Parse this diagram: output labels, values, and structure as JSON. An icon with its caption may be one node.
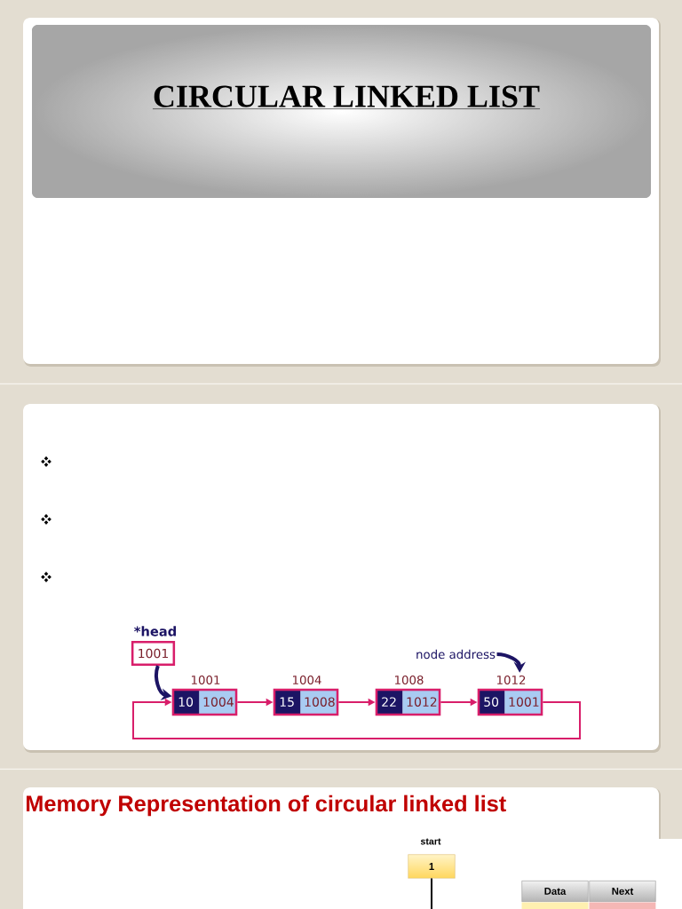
{
  "diagram": {
    "title": "CIRCULAR LINKED LIST",
    "nodes": [
      {
        "text": [
          "1001"
        ],
        "beside": [
          "*head"
        ]
      },
      {
        "text": [
          "10",
          "1004"
        ],
        "beside": [
          "1001"
        ]
      },
      {
        "text": [
          "15",
          "1008"
        ],
        "beside": [
          "1004"
        ]
      },
      {
        "text": [
          "22",
          "1012"
        ],
        "beside": [
          "1008"
        ]
      },
      {
        "text": [
          "50",
          "1001"
        ],
        "beside": [
          "1012"
        ]
      },
      {
        "text": [
          "node address"
        ]
      },
      {
        "text": [
          "1"
        ],
        "beside": [
          "start"
        ]
      }
    ],
    "edges": [
      {
        "from": 0,
        "to": 1,
        "arrow": "to",
        "style": "thick",
        "color": "#1c1464"
      },
      {
        "from": 1,
        "to": 2,
        "arrow": "to"
      },
      {
        "from": 2,
        "to": 3,
        "arrow": "to"
      },
      {
        "from": 3,
        "to": 4,
        "arrow": "to"
      },
      {
        "from": 4,
        "to": 1,
        "arrow": "to"
      },
      {
        "from": 5,
        "to": 4,
        "arrow": "to",
        "style": "thick",
        "color": "#1c1464"
      },
      {
        "from": 6,
        "to": null,
        "arrow": "none",
        "color": "#000000"
      }
    ],
    "labels": [
      "Memory Representation of circular linked list",
      "Data",
      "Next"
    ]
  }
}
